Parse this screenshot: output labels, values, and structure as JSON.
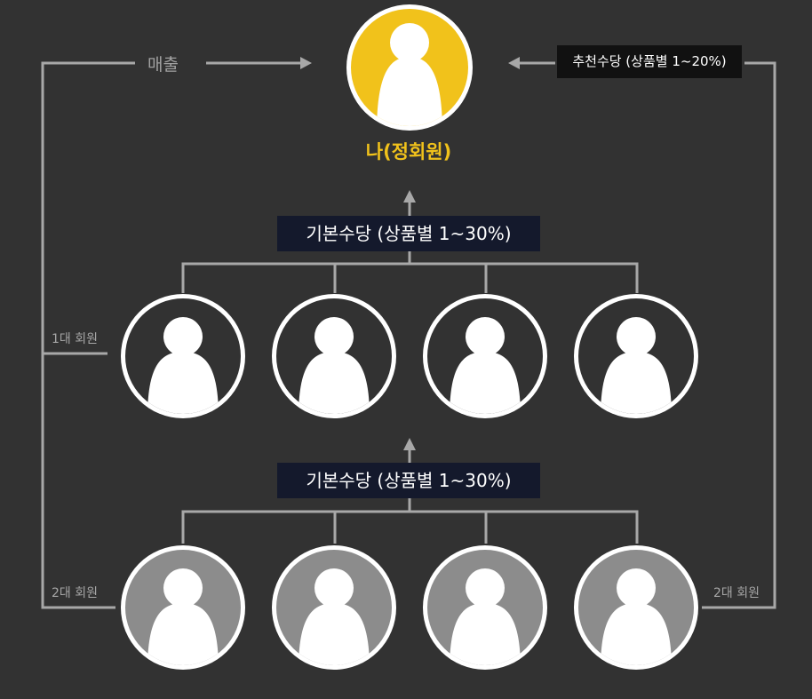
{
  "diagram": {
    "sales_label": "매출",
    "referral_bonus": "추천수당 (상품별 1~20%)",
    "me_label": "나(정회원)",
    "basic_bonus_1": "기본수당 (상품별 1~30%)",
    "basic_bonus_2": "기본수당 (상품별 1~30%)",
    "tier1_label": "1대 회원",
    "tier2_label_left": "2대 회원",
    "tier2_label_right": "2대 회원",
    "tier1_member_count": 4,
    "tier2_member_count": 4
  },
  "colors": {
    "background": "#323232",
    "line": "#a8a8a8",
    "me_fill": "#f1c21b",
    "tier1_fill": "#323232",
    "tier2_fill": "#8c8c8c",
    "person": "#ffffff",
    "bonus_box": "#14192c",
    "referral_box": "#111111"
  },
  "icons": {
    "member": "person-silhouette-icon",
    "arrow": "arrow-icon"
  }
}
